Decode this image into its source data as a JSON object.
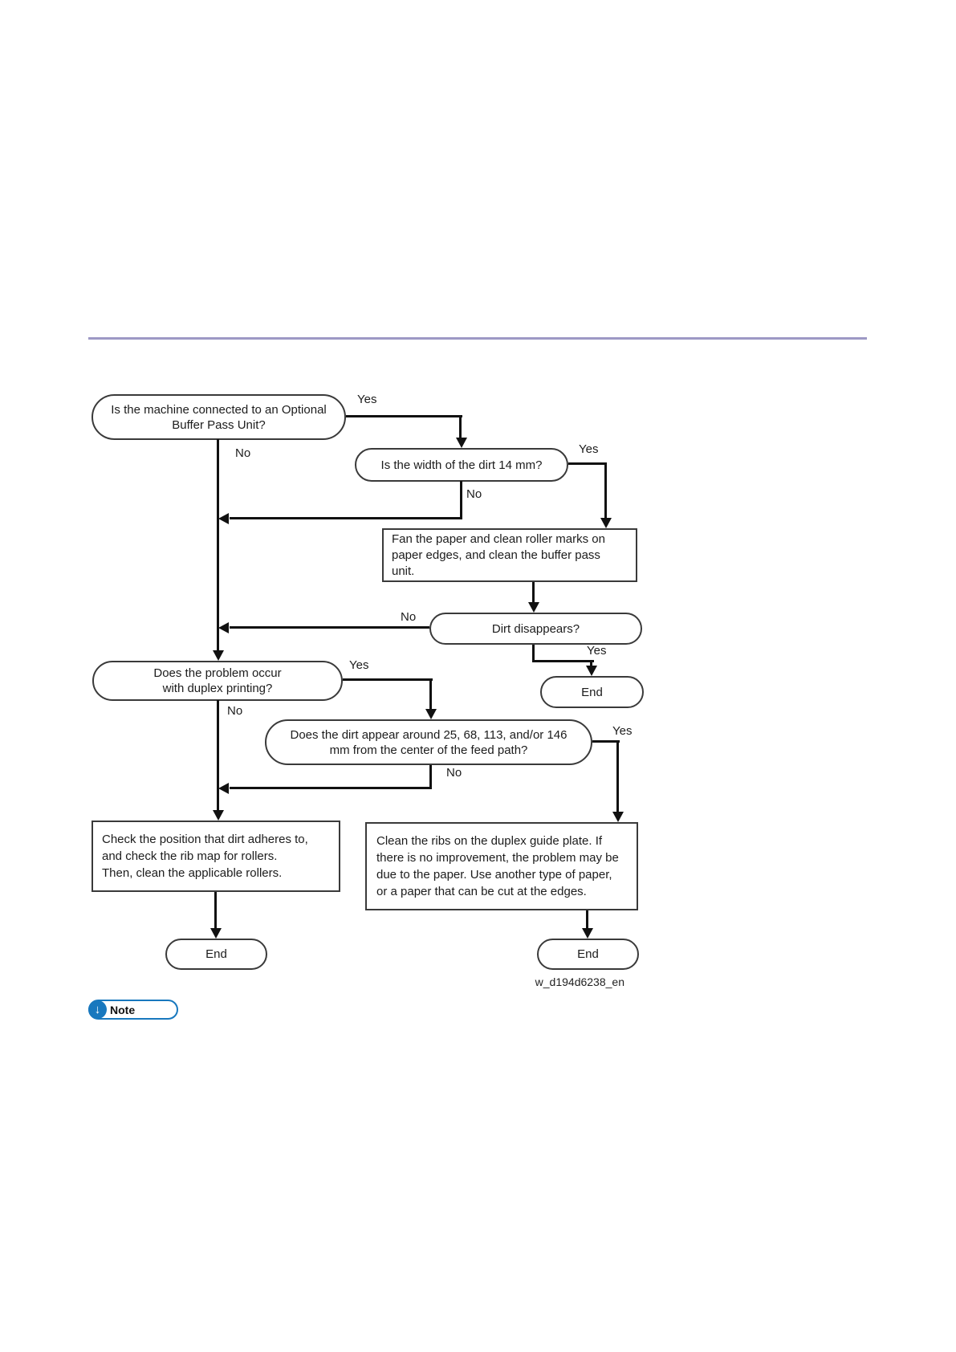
{
  "colors": {
    "rule": "#9d99c5",
    "note_blue": "#1878be",
    "line": "#111111"
  },
  "flowchart": {
    "nodes": {
      "buffer_pass_question": "Is the machine connected to an Optional\nBuffer Pass Unit?",
      "dirt_width_question": "Is the width of the dirt 14 mm?",
      "fan_paper_action": "Fan the paper and clean roller marks on\npaper edges, and clean the buffer pass\nunit.",
      "dirt_disappears_question": "Dirt disappears?",
      "end_top": "End",
      "duplex_question": "Does the problem occur\nwith duplex printing?",
      "dirt_positions_question": "Does the dirt appear around 25, 68, 113, and/or 146\nmm from the center of the feed path?",
      "check_rollers_action": "Check the position that dirt adheres to,\nand check the rib map for rollers.\nThen, clean the applicable rollers.",
      "clean_ribs_action": "Clean the ribs on the duplex guide plate. If\nthere is no improvement, the problem may be\ndue to the paper. Use another type of paper,\nor a paper that can be cut at the edges.",
      "end_left": "End",
      "end_right": "End"
    },
    "labels": {
      "yes": "Yes",
      "no": "No"
    },
    "caption": "w_d194d6238_en"
  },
  "note": {
    "label": "Note",
    "icon_glyph": "↓"
  }
}
